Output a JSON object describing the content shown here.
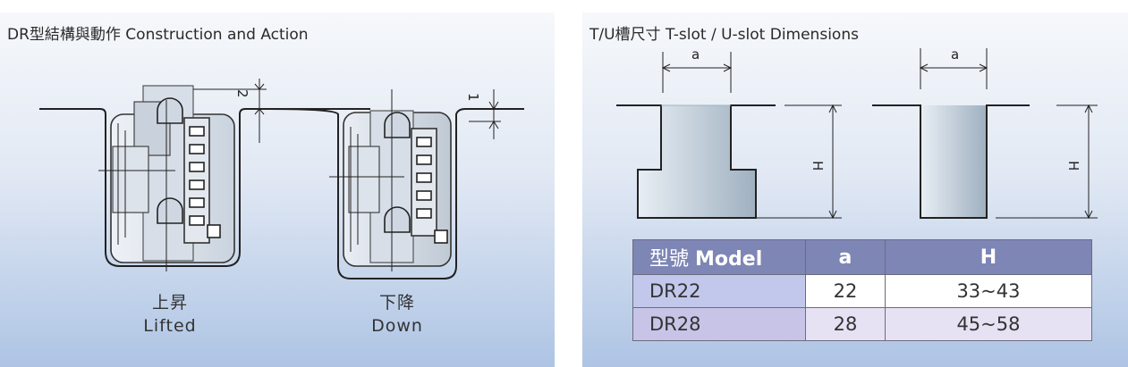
{
  "left_panel": {
    "title": "DR型結構與動作 Construction and Action",
    "lifted": {
      "label_cn": "上昇",
      "label_en": "Lifted",
      "dimension": "2"
    },
    "down": {
      "label_cn": "下降",
      "label_en": "Down",
      "dimension": "1"
    }
  },
  "right_panel": {
    "title": "T/U槽尺寸 T-slot / U-slot Dimensions",
    "t_slot": {
      "width_label": "a",
      "height_label": "H"
    },
    "u_slot": {
      "width_label": "a",
      "height_label": "H"
    },
    "table": {
      "headers": [
        "型號",
        "Model",
        "a",
        "H"
      ],
      "rows": [
        [
          "DR22",
          "22",
          "33~43"
        ],
        [
          "DR28",
          "28",
          "45~58"
        ]
      ]
    }
  },
  "colors": {
    "table_header": "#7d86b5",
    "panel_bottom": "#aec4e4",
    "outline": "#222222"
  }
}
